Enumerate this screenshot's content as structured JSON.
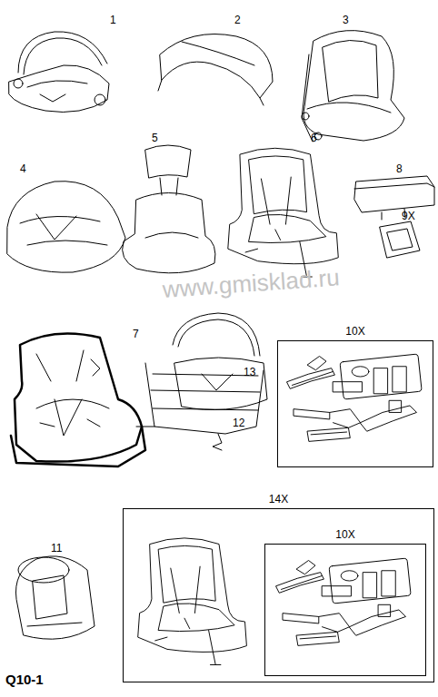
{
  "diagram": {
    "nodes": [
      {
        "text": [
          "10X"
        ]
      },
      {
        "text": [
          "14X"
        ]
      },
      {
        "text": [
          "10X"
        ],
        "in": 1
      }
    ],
    "labels": [
      "1",
      "2",
      "3",
      "4",
      "5",
      "6",
      "8",
      "9X",
      "www.gmisklad.ru",
      "7",
      "13",
      "12",
      "11",
      "Q10-1"
    ]
  }
}
